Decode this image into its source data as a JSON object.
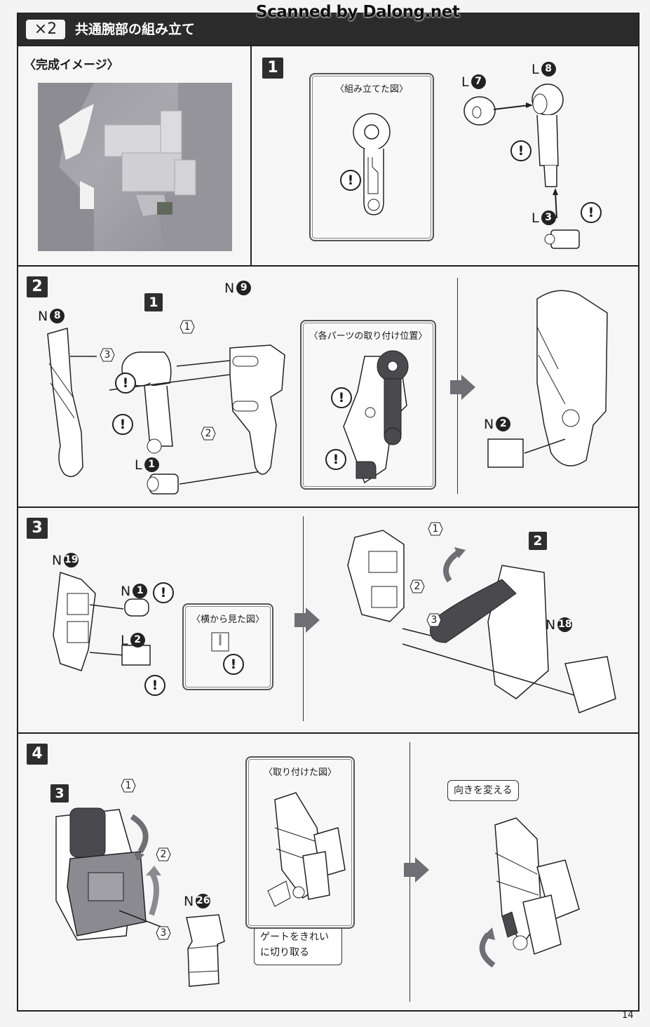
{
  "watermark": "Scanned by Dalong.net",
  "header": {
    "multiplier": "×2",
    "title": "共通腕部の組み立て"
  },
  "completed_image": {
    "label": "〈完成イメージ〉"
  },
  "steps": [
    {
      "number": "1",
      "callout_title": "〈組み立てた図〉",
      "parts": [
        {
          "runner": "L",
          "number": "7"
        },
        {
          "runner": "L",
          "number": "8"
        },
        {
          "runner": "L",
          "number": "3"
        }
      ]
    },
    {
      "number": "2",
      "sub_step_ref": "1",
      "callout_title": "〈各パーツの取り付け位置〉",
      "parts": [
        {
          "runner": "N",
          "number": "8"
        },
        {
          "runner": "N",
          "number": "9"
        },
        {
          "runner": "L",
          "number": "1"
        },
        {
          "runner": "N",
          "number": "2"
        }
      ],
      "order_marks": [
        "1",
        "2",
        "3"
      ]
    },
    {
      "number": "3",
      "sub_step_ref": "2",
      "callout_title": "〈横から見た図〉",
      "parts": [
        {
          "runner": "N",
          "number": "19"
        },
        {
          "runner": "N",
          "number": "1"
        },
        {
          "runner": "L",
          "number": "2"
        },
        {
          "runner": "N",
          "number": "18"
        }
      ],
      "order_marks": [
        "1",
        "2",
        "3"
      ]
    },
    {
      "number": "4",
      "sub_step_ref": "3",
      "callout_title": "〈取り付けた図〉",
      "parts": [
        {
          "runner": "N",
          "number": "26"
        }
      ],
      "order_marks": [
        "1",
        "2",
        "3"
      ],
      "notes": {
        "gate": "ゲートをきれい\nに切り取る",
        "gate_line1": "ゲートをきれい",
        "gate_line2": "に切り取る",
        "rotate": "向きを変える"
      }
    }
  ],
  "warning_mark": "!",
  "page_number": "14",
  "colors": {
    "header_bg": "#2b2b2b",
    "highlight_part": "#4a4a4e",
    "arrow_gray": "#6e6e74"
  }
}
